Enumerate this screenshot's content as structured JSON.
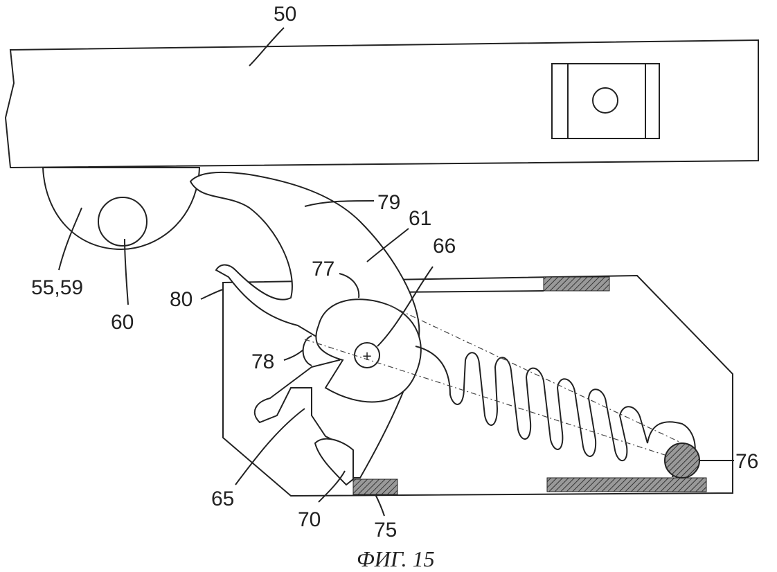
{
  "labels": {
    "l50": "50",
    "l79": "79",
    "l61": "61",
    "l66": "66",
    "l77": "77",
    "l5559": "55,59",
    "l80": "80",
    "l60": "60",
    "l78": "78",
    "l65": "65",
    "l70": "70",
    "l75": "75",
    "l76": "76"
  },
  "caption": "ФИГ. 15"
}
